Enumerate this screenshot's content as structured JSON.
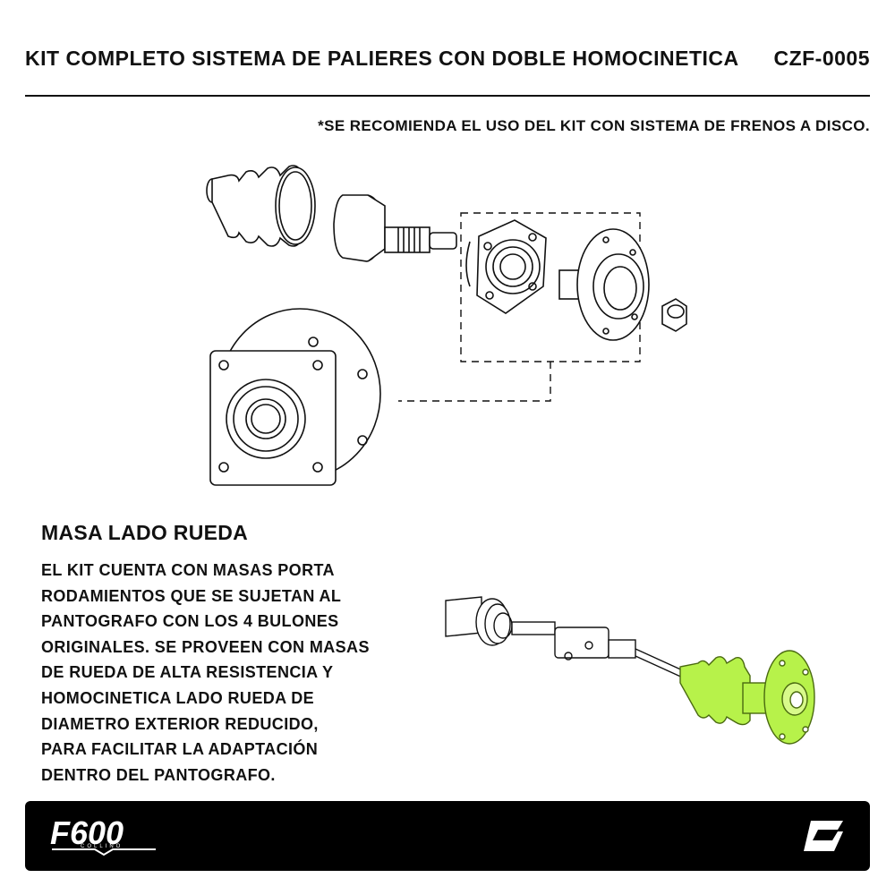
{
  "header": {
    "title": "KIT COMPLETO SISTEMA DE PALIERES CON DOBLE HOMOCINETICA",
    "code": "CZF-0005"
  },
  "note": "*SE RECOMIENDA EL USO DEL KIT CON SISTEMA DE FRENOS A DISCO.",
  "section": {
    "title": "MASA LADO RUEDA",
    "lines": [
      "EL KIT CUENTA CON MASAS PORTA",
      "RODAMIENTOS QUE SE SUJETAN AL",
      "PANTOGRAFO CON LOS 4 BULONES",
      "ORIGINALES. SE PROVEEN CON MASAS",
      "DE RUEDA DE ALTA RESISTENCIA Y",
      "HOMOCINETICA LADO RUEDA DE",
      "DIAMETRO EXTERIOR REDUCIDO,",
      "PARA FACILITAR LA ADAPTACIÓN",
      "DENTRO DEL PANTOGRAFO."
    ]
  },
  "footer": {
    "logo_text": "F600",
    "logo_sub": "COLLINO"
  },
  "colors": {
    "highlight": "#b7f24a",
    "footer_bg": "#000000",
    "ink": "#111111"
  },
  "icons": {
    "footer_right": "c-brand-logo-icon"
  }
}
